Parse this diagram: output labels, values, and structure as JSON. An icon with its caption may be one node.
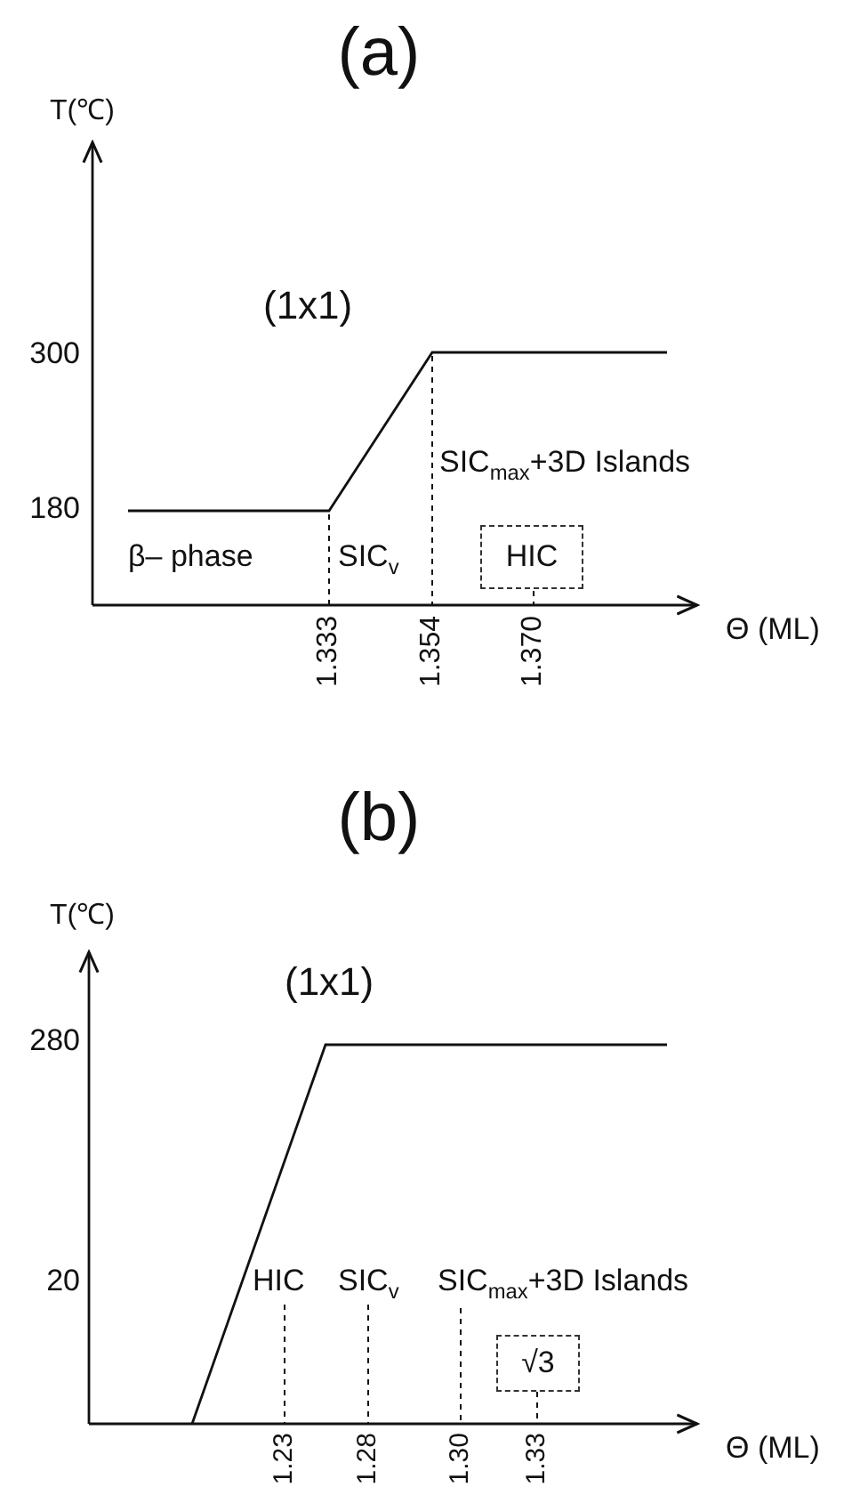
{
  "diagram": {
    "nodes": [
      {
        "text": [
          "HIC"
        ]
      },
      {
        "text": [
          "√3"
        ]
      }
    ],
    "labels": [
      "(a)",
      "T(℃)",
      "(1x1)",
      "300",
      "180",
      "SIC$_{max}$+3D Islands",
      "β– phase",
      "SIC$_{v}$",
      "Θ (ML)",
      "1.333",
      "1.354",
      "1.370",
      "(b)",
      "T(℃)",
      "(1x1)",
      "280",
      "20",
      "HIC",
      "SIC$_{v}$",
      "SIC$_{max}$+3D Islands",
      "Θ (ML)",
      "1.23",
      "1.28",
      "1.30",
      "1.33"
    ]
  }
}
